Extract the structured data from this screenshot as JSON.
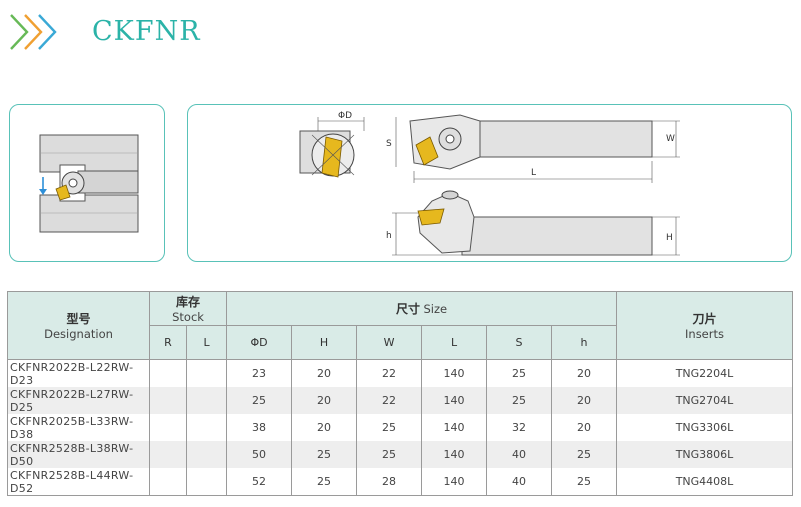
{
  "header": {
    "title": "CKFNR"
  },
  "diagram": {
    "labels": {
      "phi_d": "ΦD",
      "s": "S",
      "w": "W",
      "l": "L",
      "h_lower": "h",
      "h_upper": "H"
    }
  },
  "table": {
    "headers": {
      "model_cn": "型号",
      "model_en": "Designation",
      "stock_cn": "库存",
      "stock_en": "Stock",
      "size_cn": "尺寸",
      "size_en": "Size",
      "insert_cn": "刀片",
      "insert_en": "Inserts"
    },
    "stock_cols": [
      "R",
      "L"
    ],
    "size_cols": [
      "ΦD",
      "H",
      "W",
      "L",
      "S",
      "h"
    ],
    "rows": [
      {
        "designation": "CKFNR2022B-L22RW-D23",
        "r": "",
        "l": "",
        "d": "23",
        "H": "20",
        "W": "22",
        "L": "140",
        "S": "25",
        "h": "20",
        "insert": "TNG2204L"
      },
      {
        "designation": "CKFNR2022B-L27RW-D25",
        "r": "",
        "l": "",
        "d": "25",
        "H": "20",
        "W": "22",
        "L": "140",
        "S": "25",
        "h": "20",
        "insert": "TNG2704L"
      },
      {
        "designation": "CKFNR2025B-L33RW-D38",
        "r": "",
        "l": "",
        "d": "38",
        "H": "20",
        "W": "25",
        "L": "140",
        "S": "32",
        "h": "20",
        "insert": "TNG3306L"
      },
      {
        "designation": "CKFNR2528B-L38RW-D50",
        "r": "",
        "l": "",
        "d": "50",
        "H": "25",
        "W": "25",
        "L": "140",
        "S": "40",
        "h": "25",
        "insert": "TNG3806L"
      },
      {
        "designation": "CKFNR2528B-L44RW-D52",
        "r": "",
        "l": "",
        "d": "52",
        "H": "25",
        "W": "28",
        "L": "140",
        "S": "40",
        "h": "25",
        "insert": "TNG4408L"
      }
    ]
  },
  "colors": {
    "accent": "#2bb3a8",
    "chevron_green": "#67b957",
    "chevron_orange": "#f0a032",
    "chevron_blue": "#3aa9d6",
    "header_bg": "#d9ebe7",
    "insert_yellow": "#e6b81e"
  }
}
